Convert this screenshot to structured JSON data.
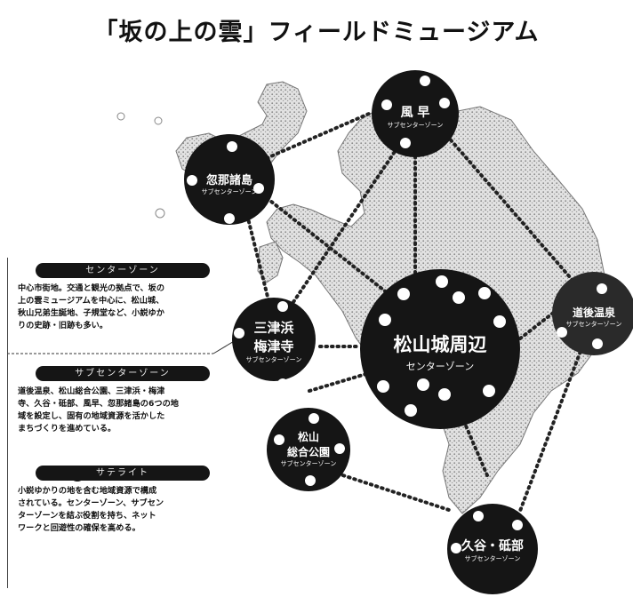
{
  "title": "「坂の上の雲」フィールドミュージアム",
  "nodes": {
    "matsuyama": {
      "name": "松山城周辺",
      "sub": "センターゾーン"
    },
    "kazahaya": {
      "name": "風 早",
      "sub": "サブセンターゾーン"
    },
    "kutsuna": {
      "name": "忽那諸島",
      "sub": "サブセンターゾーン"
    },
    "mitsuhama": {
      "name1": "三津浜",
      "name2": "梅津寺",
      "sub": "サブセンターゾーン"
    },
    "dogo": {
      "name": "道後温泉",
      "sub": "サブセンターゾーン"
    },
    "sogo": {
      "name1": "松山",
      "name2": "総合公園",
      "sub": "サブセンターゾーン"
    },
    "kumanosaki": {
      "name": "久谷・砥部",
      "sub": "サブセンターゾーン"
    }
  },
  "legend": {
    "center": {
      "header": "センターゾーン",
      "lines": [
        "中心市街地。交通と観光の拠点で、坂の",
        "上の雲ミュージアムを中心に、松山城、",
        "秋山兄弟生誕地、子規堂など、小説ゆか",
        "りの史跡・旧跡も多い。"
      ]
    },
    "subcenter": {
      "header": "サブセンターゾーン",
      "lines": [
        "道後温泉、松山総合公園、三津浜・梅津",
        "寺、久谷・砥部、風早、忽那諸島の6つの地",
        "域を設定し、固有の地域資源を活かした",
        "まちづくりを進めている。"
      ]
    },
    "satellite": {
      "header": "サテライト",
      "lines": [
        "小説ゆかりの地を含む地域資源で構成",
        "されている。センターゾーン、サブセン",
        "ターゾーンを結ぶ役割を持ち、ネット",
        "ワークと回遊性の確保を高める。"
      ]
    }
  }
}
